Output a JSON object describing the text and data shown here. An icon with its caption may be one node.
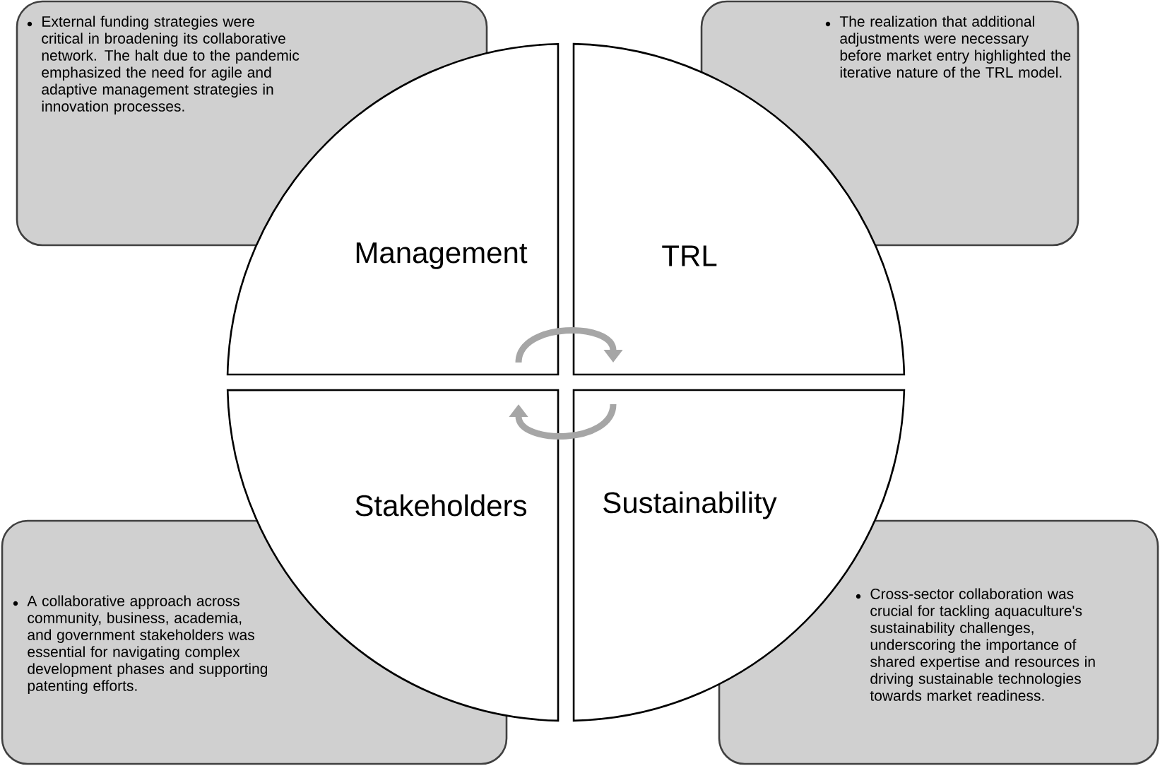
{
  "diagram": {
    "nodes": [
      {
        "text": [
          "External funding strategies were critical in broadening its collaborative network. The halt due to the pandemic emphasized the need for agile and adaptive management strategies in innovation processes."
        ]
      },
      {
        "text": [
          "The realization that additional adjustments were necessary before market entry highlighted the iterative nature of the TRL model."
        ]
      },
      {
        "text": [
          "Management"
        ]
      },
      {
        "text": [
          "TRL"
        ]
      },
      {
        "text": [
          "Stakeholders"
        ]
      },
      {
        "text": [
          "Sustainability"
        ]
      },
      {
        "text": [
          "A collaborative approach across community, business, academia, and government stakeholders was essential for navigating complex development phases and supporting patenting efforts."
        ]
      },
      {
        "text": [
          "Cross-sector collaboration was crucial for tackling aquaculture's sustainability challenges, underscoring the importance of shared expertise and resources in driving sustainable technologies towards market readiness."
        ]
      }
    ],
    "edges": [
      {
        "from": 2,
        "to": 3,
        "arrow": "to",
        "color": "#a6a6a6"
      },
      {
        "from": 5,
        "to": 4,
        "arrow": "to",
        "color": "#a6a6a6"
      }
    ]
  }
}
